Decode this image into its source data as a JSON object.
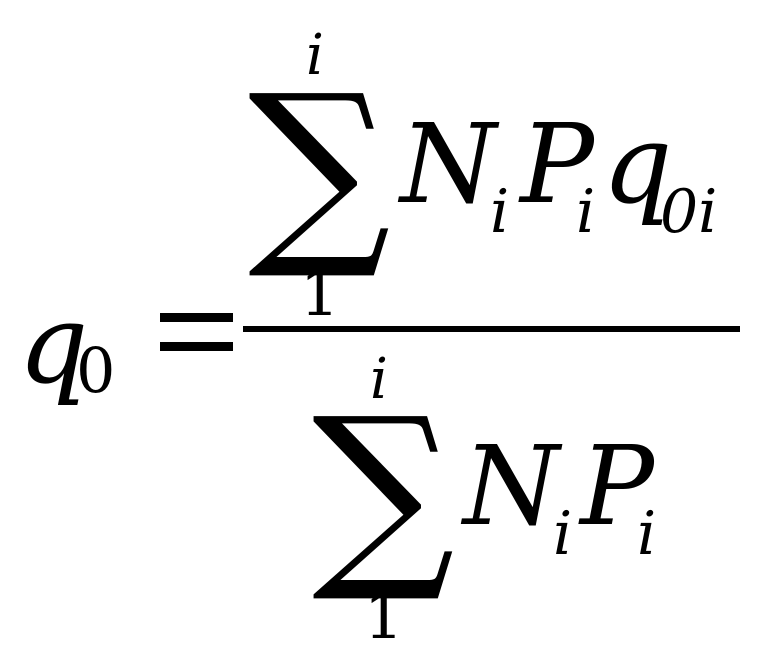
{
  "formula": {
    "lhs": {
      "base": "q",
      "sub": "0"
    },
    "equals": "=",
    "numerator": {
      "sum_symbol": "∑",
      "upper_limit": "i",
      "lower_limit": "1",
      "terms": [
        {
          "base": "N",
          "sub": "i"
        },
        {
          "base": "P",
          "sub": "i"
        },
        {
          "base": "q",
          "sub": "0i"
        }
      ]
    },
    "denominator": {
      "sum_symbol": "∑",
      "upper_limit": "i",
      "lower_limit": "1",
      "terms": [
        {
          "base": "N",
          "sub": "i"
        },
        {
          "base": "P",
          "sub": "i"
        }
      ]
    }
  }
}
